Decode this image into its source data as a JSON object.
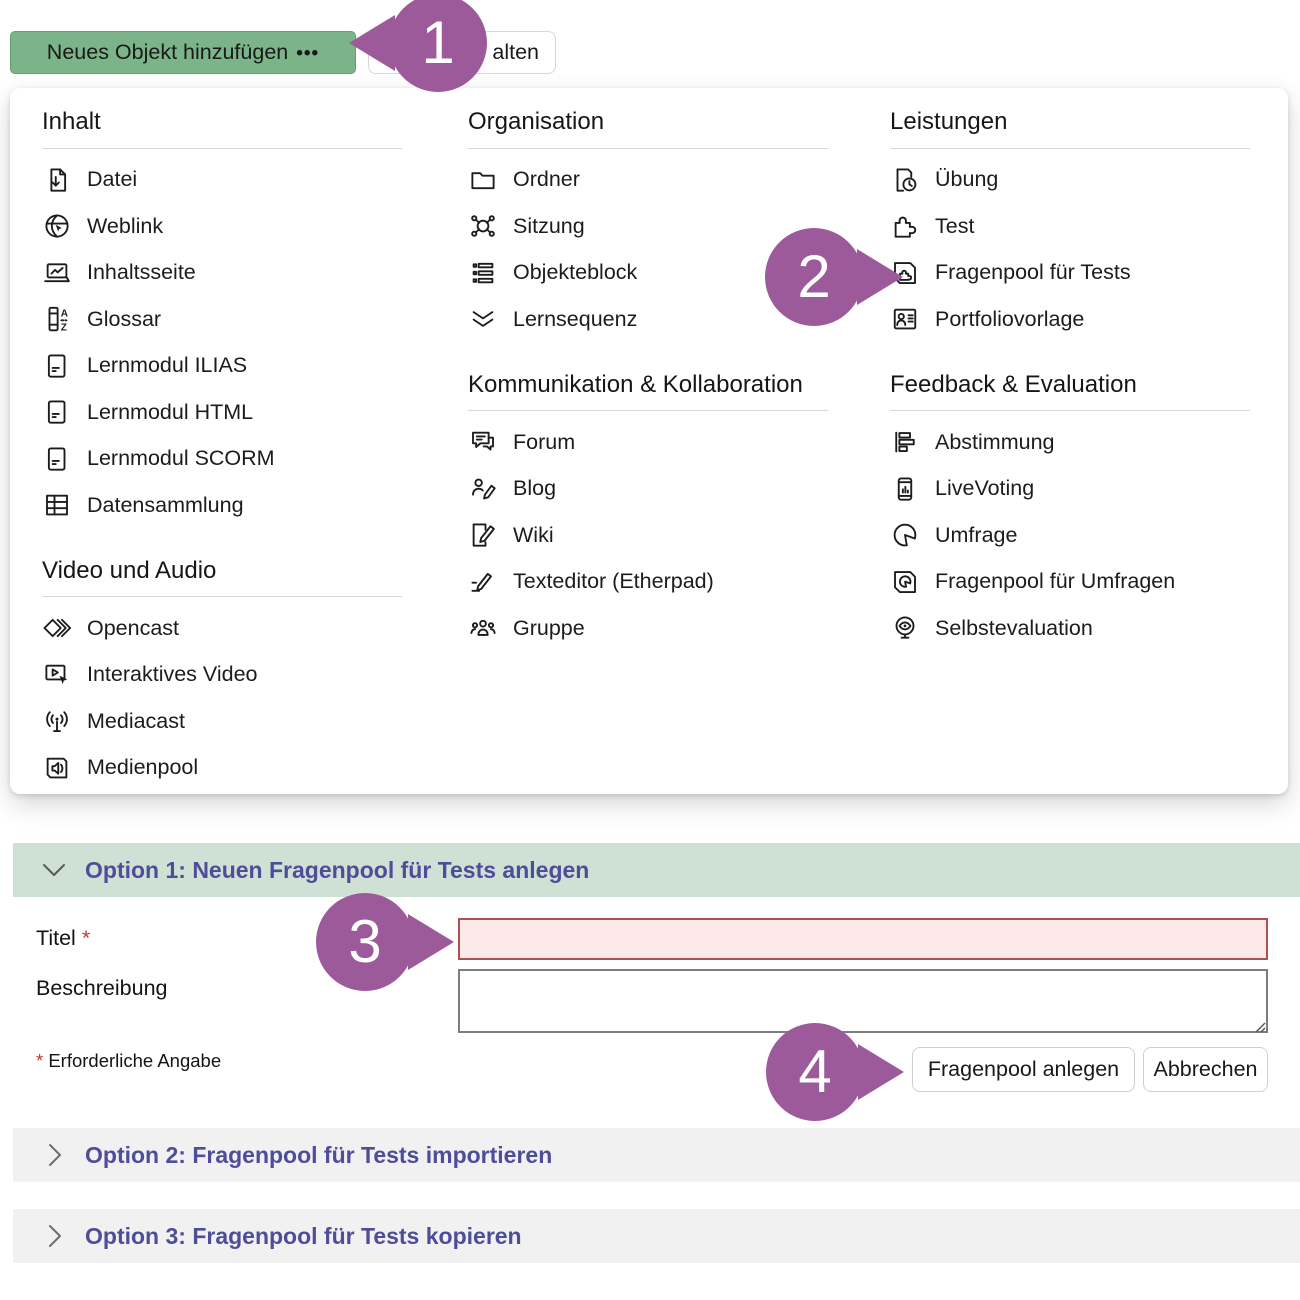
{
  "toolbar": {
    "add_object_label": "Neues Objekt hinzufügen",
    "add_object_dots": "•••",
    "partial_button_visible_label": "alten"
  },
  "menu": {
    "columns": [
      {
        "sections": [
          {
            "title": "Inhalt",
            "items": [
              {
                "icon": "file-download-icon",
                "label": "Datei"
              },
              {
                "icon": "globe-icon",
                "label": "Weblink"
              },
              {
                "icon": "content-page-icon",
                "label": "Inhaltsseite"
              },
              {
                "icon": "glossary-icon",
                "label": "Glossar"
              },
              {
                "icon": "learning-module-icon",
                "label": "Lernmodul ILIAS"
              },
              {
                "icon": "learning-module-icon",
                "label": "Lernmodul HTML"
              },
              {
                "icon": "learning-module-icon",
                "label": "Lernmodul SCORM"
              },
              {
                "icon": "data-table-icon",
                "label": "Datensammlung"
              }
            ]
          },
          {
            "title": "Video und Audio",
            "items": [
              {
                "icon": "opencast-icon",
                "label": "Opencast"
              },
              {
                "icon": "interactive-video-icon",
                "label": "Interaktives Video"
              },
              {
                "icon": "mediacast-icon",
                "label": "Mediacast"
              },
              {
                "icon": "media-pool-icon",
                "label": "Medienpool"
              }
            ]
          }
        ]
      },
      {
        "sections": [
          {
            "title": "Organisation",
            "items": [
              {
                "icon": "folder-icon",
                "label": "Ordner"
              },
              {
                "icon": "session-icon",
                "label": "Sitzung"
              },
              {
                "icon": "object-block-icon",
                "label": "Objekteblock"
              },
              {
                "icon": "learning-sequence-icon",
                "label": "Lernsequenz"
              }
            ]
          },
          {
            "title": "Kommunikation & Kollaboration",
            "items": [
              {
                "icon": "forum-icon",
                "label": "Forum"
              },
              {
                "icon": "blog-icon",
                "label": "Blog"
              },
              {
                "icon": "wiki-icon",
                "label": "Wiki"
              },
              {
                "icon": "etherpad-icon",
                "label": "Texteditor (Etherpad)"
              },
              {
                "icon": "group-icon",
                "label": "Gruppe"
              }
            ]
          }
        ]
      },
      {
        "sections": [
          {
            "title": "Leistungen",
            "items": [
              {
                "icon": "exercise-icon",
                "label": "Übung"
              },
              {
                "icon": "test-icon",
                "label": "Test"
              },
              {
                "icon": "question-pool-test-icon",
                "label": "Fragenpool für Tests"
              },
              {
                "icon": "portfolio-template-icon",
                "label": "Portfoliovorlage"
              }
            ]
          },
          {
            "title": "Feedback & Evaluation",
            "items": [
              {
                "icon": "poll-icon",
                "label": "Abstimmung"
              },
              {
                "icon": "live-voting-icon",
                "label": "LiveVoting"
              },
              {
                "icon": "survey-icon",
                "label": "Umfrage"
              },
              {
                "icon": "question-pool-survey-icon",
                "label": "Fragenpool für Umfragen"
              },
              {
                "icon": "self-evaluation-icon",
                "label": "Selbstevaluation"
              }
            ]
          }
        ]
      }
    ]
  },
  "accordion": {
    "option1": {
      "label": "Option 1: Neuen Fragenpool für Tests anlegen",
      "state": "expanded"
    },
    "option2": {
      "label": "Option 2: Fragenpool für Tests importieren",
      "state": "collapsed"
    },
    "option3": {
      "label": "Option 3: Fragenpool für Tests kopieren",
      "state": "collapsed"
    }
  },
  "form": {
    "title_label": "Titel",
    "required_marker": "*",
    "title_value": "",
    "description_label": "Beschreibung",
    "description_value": "",
    "required_note": "Erforderliche Angabe",
    "submit_label": "Fragenpool anlegen",
    "cancel_label": "Abbrechen"
  },
  "annotations": {
    "markers": [
      {
        "number": "1"
      },
      {
        "number": "2"
      },
      {
        "number": "3"
      },
      {
        "number": "4"
      }
    ]
  },
  "colors": {
    "primary_button_green": "#7cb48a",
    "annotation_purple": "#9c5a9b",
    "accordion_header_green": "#cfe1d4",
    "accordion_header_gray": "#f2f1f2",
    "accordion_title_text": "#4e4d99",
    "error_field_border": "#ad5252",
    "error_field_background": "#fceaea",
    "required_red": "#c0392b"
  }
}
